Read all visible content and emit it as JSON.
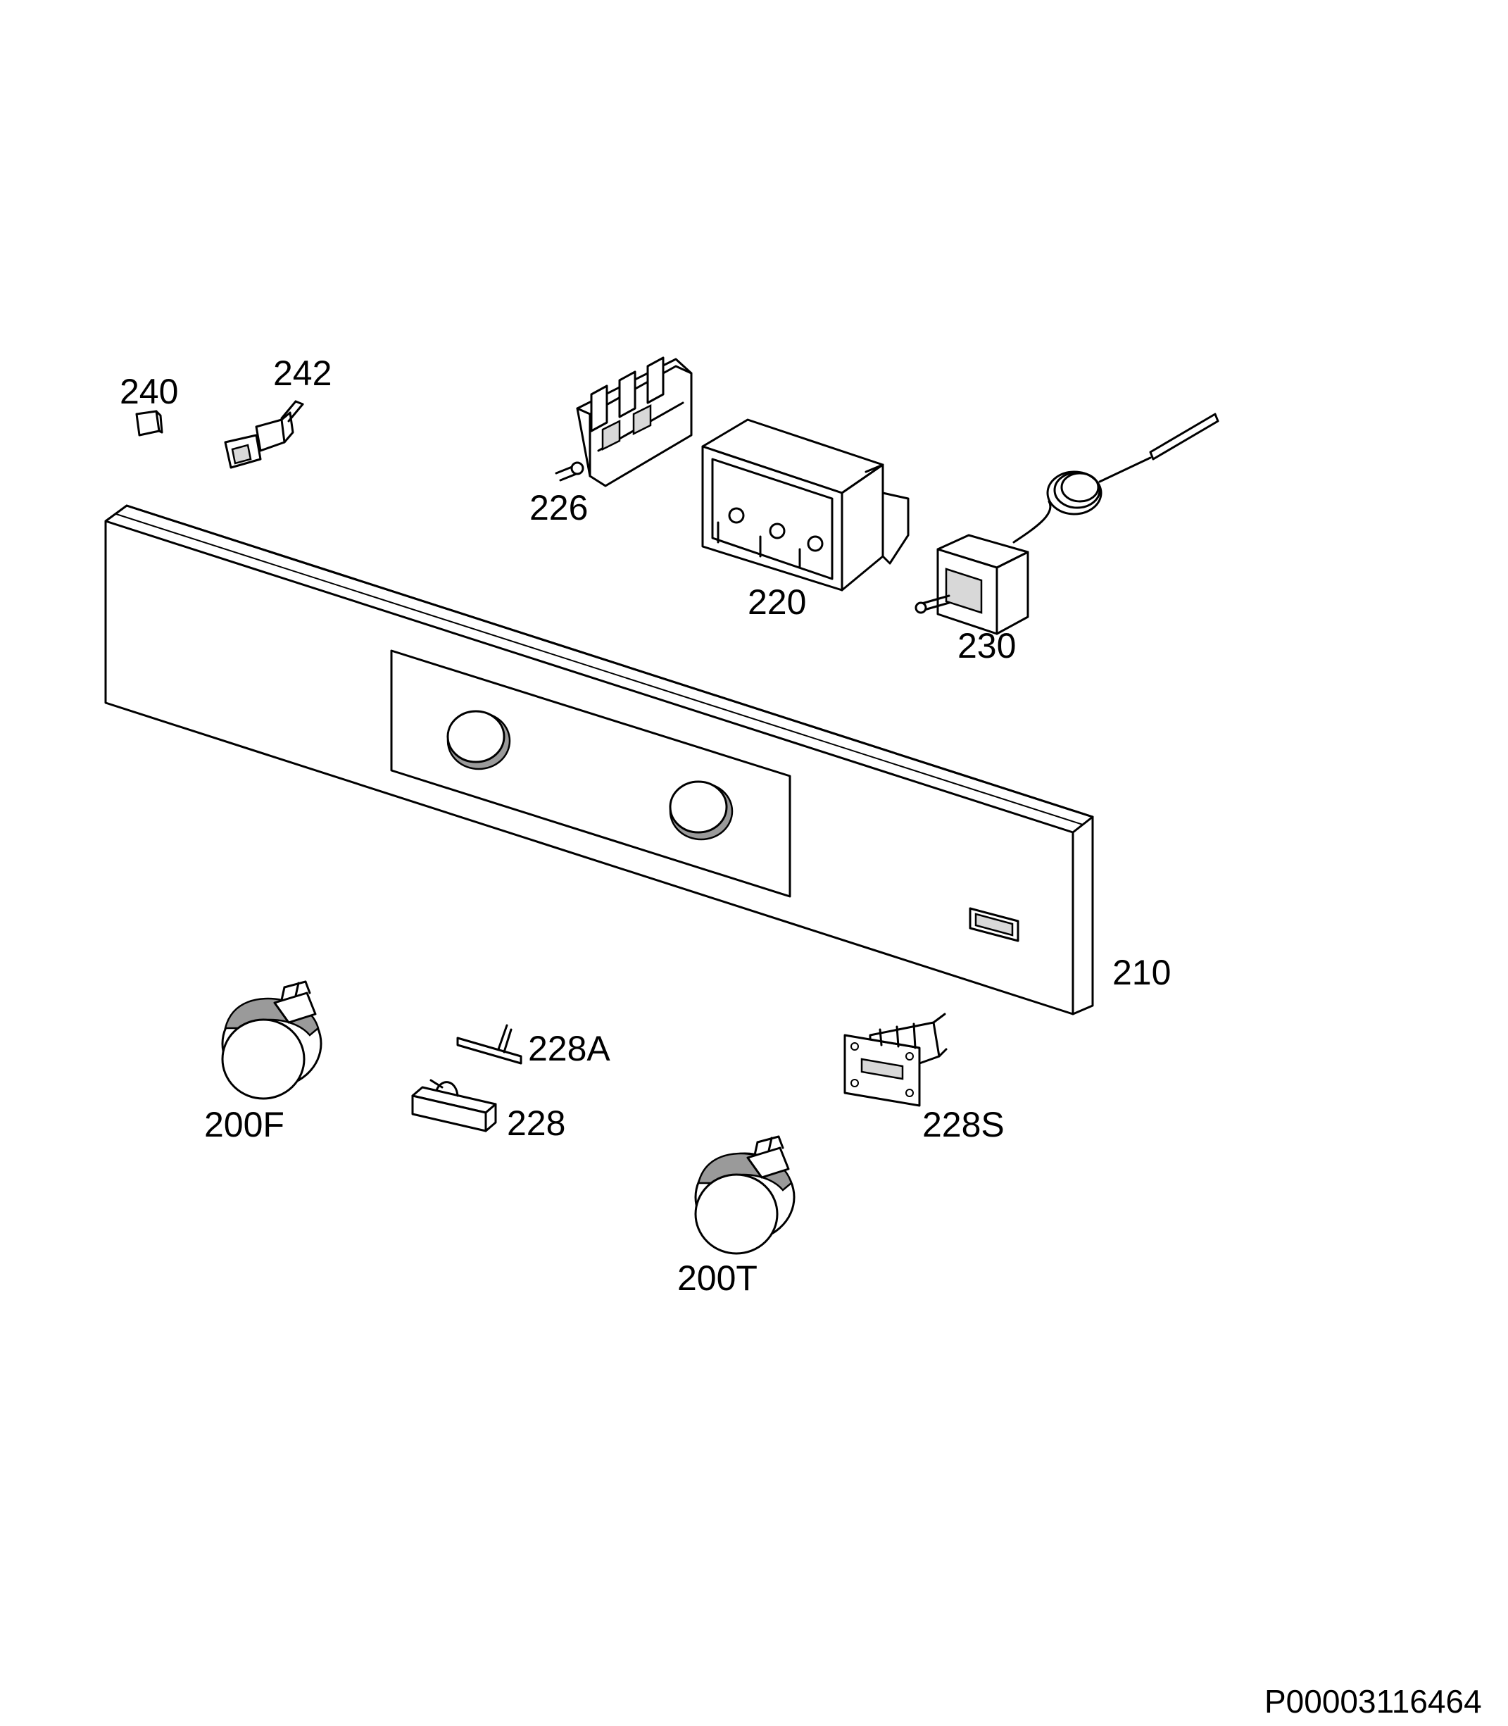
{
  "labels": {
    "p240": "240",
    "p242": "242",
    "p226": "226",
    "p220": "220",
    "p230": "230",
    "p210": "210",
    "p228a": "228A",
    "p228": "228",
    "p228s": "228S",
    "p200f": "200F",
    "p200t": "200T"
  },
  "document_ref": "P00003116464"
}
